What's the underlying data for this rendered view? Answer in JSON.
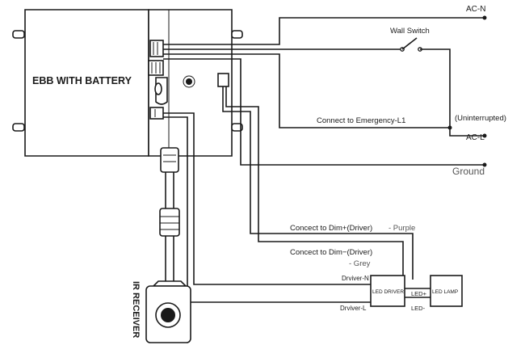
{
  "labels": {
    "ebb": "EBB WITH BATTERY",
    "ac_n": "AC-N",
    "wall_switch": "Wall Switch",
    "emergency": "Connect to Emergency-L1",
    "uninterrupted": "(Uninterrupted)",
    "ac_l": "AC-L",
    "ground": "Ground",
    "dim_plus": "Concect to Dim+(Driver)",
    "purple": "- Purple",
    "dim_minus": "Concect to Dim−(Driver)",
    "grey": "- Grey",
    "drvier_n": "Drviver-N",
    "drvier_l": "Drviver-L",
    "led_driver": "LED DRIVER",
    "led_lamp": "LED LAMP",
    "led_plus": "LED+",
    "led_minus": "LED-",
    "ir_receiver": "IR RECEIVER"
  },
  "colors": {
    "line": "#1a1a1a",
    "grey_text": "#555555"
  }
}
